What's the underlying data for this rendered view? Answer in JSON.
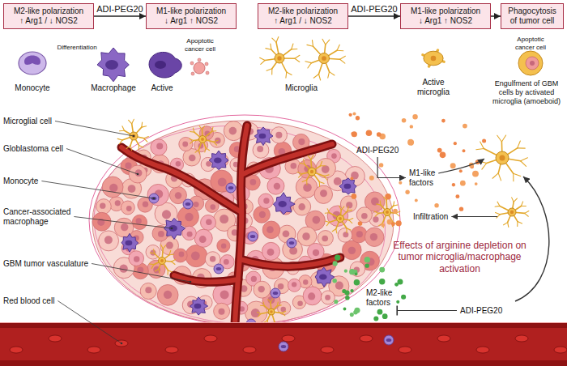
{
  "diagram": {
    "nodes": [
      {
        "text": [
          "M2-like polarization",
          "↑ Arg1 / ↓ NOS2"
        ]
      },
      {
        "text": [
          "M1-like polarization",
          "↓ Arg1 ↑ NOS2"
        ]
      },
      {
        "text": [
          "M2-like polarization",
          "↑ Arg1 / ↓ NOS2"
        ]
      },
      {
        "text": [
          "M1-like polarization",
          "↓ Arg1 ↑ NOS2"
        ]
      },
      {
        "text": [
          "Phagocytosis of tumor cell"
        ]
      }
    ],
    "edges": [
      {
        "from": 0,
        "to": 1,
        "arrow": "to",
        "label": "ADI-PEG20"
      },
      {
        "from": 2,
        "to": 3,
        "arrow": "to",
        "label": "ADI-PEG20"
      },
      {
        "from": 3,
        "to": 4,
        "arrow": "to"
      }
    ],
    "labels": [
      "Differentiation",
      "Monocyte",
      "Macrophage",
      "Active",
      "Apoptotic cancer cell",
      "Microglia",
      "Active microglia",
      "Apoptotic cancer cell",
      "Engulfment of GBM cells by activated microglia (amoeboid)",
      "Microglial cell",
      "Globlastoma cell",
      "Monocyte",
      "Cancer-associated macrophage",
      "GBM tumor vasculature",
      "Red blood cell",
      "ADI-PEG20",
      "M1-like factors",
      "Infiltration",
      "Effects of arginine depletion on tumor microglia/macrophage activation",
      "M2-like factors",
      "ADI-PEG20"
    ]
  }
}
